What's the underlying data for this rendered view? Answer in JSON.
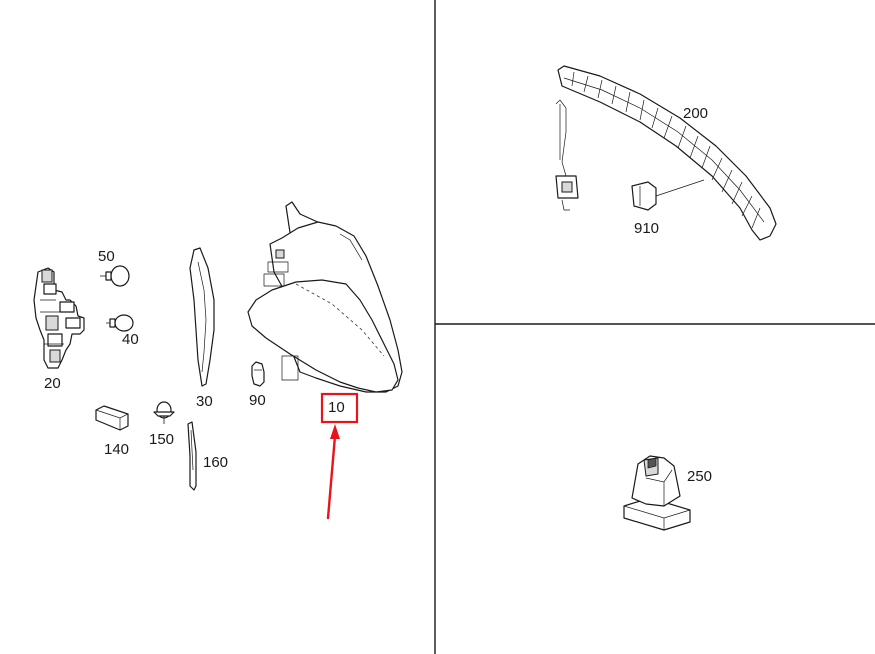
{
  "labels": {
    "p20": "20",
    "p50": "50",
    "p40": "40",
    "p30": "30",
    "p90": "90",
    "p10": "10",
    "p140": "140",
    "p150": "150",
    "p160": "160",
    "p200": "200",
    "p910": "910",
    "p250": "250"
  },
  "highlight": {
    "part": "10",
    "box_color": "#e8141c",
    "arrow_color": "#e8141c"
  },
  "icons": {
    "highlight_arrow": "arrow-up-icon"
  }
}
